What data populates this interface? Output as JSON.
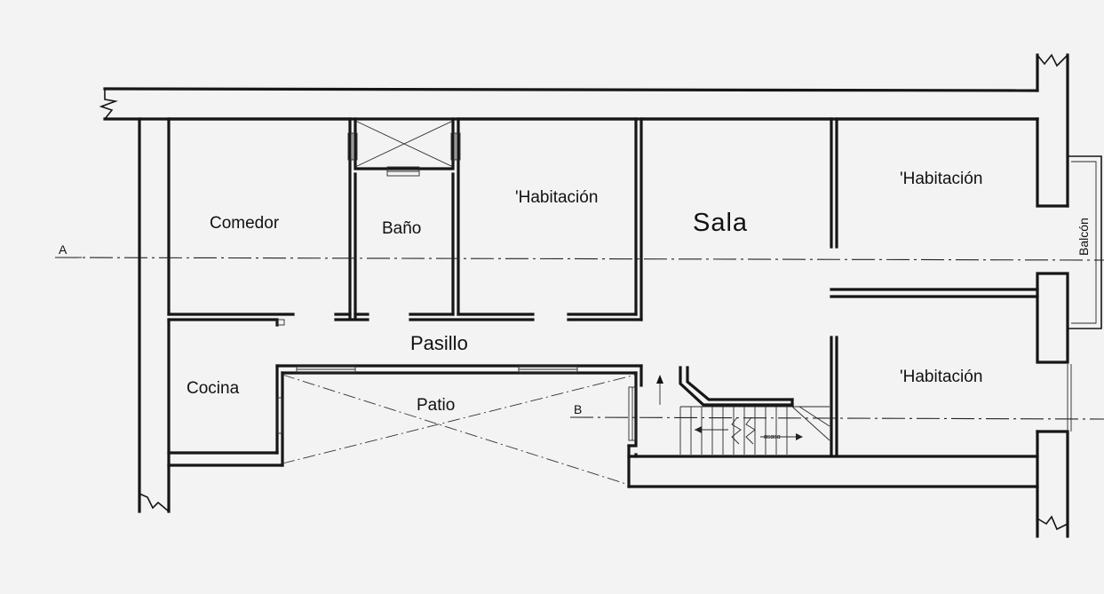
{
  "rooms": {
    "comedor": "Comedor",
    "bano": "Baño",
    "habitacion_1": "'Habitación",
    "sala": "Sala",
    "habitacion_2": "'Habitación",
    "balcon": "Balcón",
    "pasillo": "Pasillo",
    "cocina": "Cocina",
    "patio": "Patio",
    "habitacion_3": "'Habitación"
  },
  "section_lines": {
    "a": "A",
    "b": "B"
  },
  "stair_note": "ɑsɑsɑ"
}
